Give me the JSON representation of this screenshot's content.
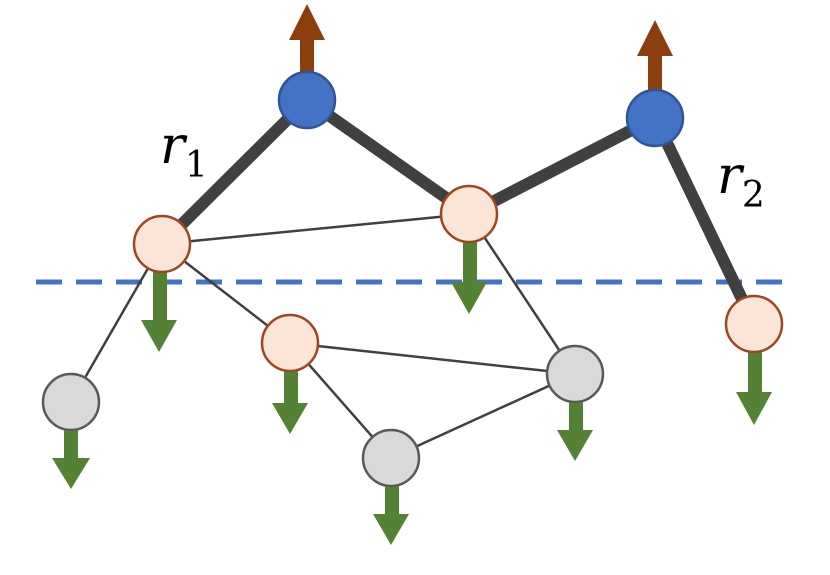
{
  "labels": {
    "r1": {
      "main": "r",
      "sub": "1"
    },
    "r2": {
      "main": "r",
      "sub": "2"
    }
  },
  "colors": {
    "root_fill": "#4472c4",
    "root_stroke": "#2f5597",
    "active_fill": "#fbe5d6",
    "active_stroke": "#a0461e",
    "inactive_fill": "#d9d9d9",
    "inactive_stroke": "#595959",
    "up_arrow": "#8b3e0e",
    "down_arrow": "#548235",
    "rope": "#404040",
    "thin_edge": "#404040",
    "dashed_line": "#4472c4"
  },
  "icons": {
    "up_arrow": "up-arrow-icon",
    "down_arrow": "down-arrow-icon"
  }
}
